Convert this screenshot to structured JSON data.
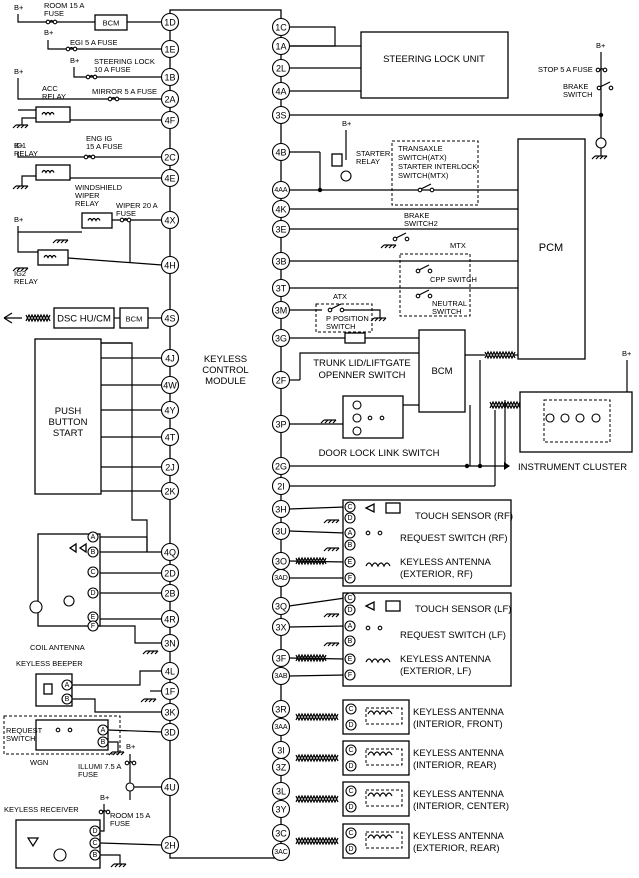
{
  "module": {
    "label_lines": [
      "KEYLESS",
      "CONTROL",
      "MODULE"
    ]
  },
  "left_pins": [
    "1D",
    "1E",
    "1B",
    "2A",
    "4F",
    "2C",
    "4E",
    "4X",
    "4H",
    "4S",
    "4J",
    "4W",
    "4Y",
    "4T",
    "2J",
    "2K",
    "4Q",
    "2D",
    "2B",
    "4R",
    "3N",
    "4L",
    "1F",
    "3K",
    "3D",
    "4U",
    "2H"
  ],
  "right_pins": [
    "1C",
    "1A",
    "2L",
    "4A",
    "3S",
    "4B",
    "4AA",
    "4K",
    "3E",
    "3B",
    "3T",
    "3M",
    "3G",
    "2F",
    "3P",
    "2G",
    "2I",
    "3H",
    "3U",
    "3O",
    "3AD",
    "3Q",
    "3X",
    "3F",
    "3AB",
    "3R",
    "3AA",
    "3I",
    "3Z",
    "3L",
    "3Y",
    "3C",
    "3AC"
  ],
  "labels": {
    "b_plus": "B+",
    "room_fuse": [
      "ROOM 15 A",
      "FUSE"
    ],
    "bcm": "BCM",
    "egi_fuse": "EGI 5 A FUSE",
    "steering_fuse": [
      "STEERING LOCK",
      "10 A FUSE"
    ],
    "mirror_fuse": "MIRROR 5 A FUSE",
    "acc_relay": [
      "ACC",
      "RELAY"
    ],
    "eng_ig_fuse": [
      "ENG IG",
      "15 A FUSE"
    ],
    "ig1_relay": [
      "IG1",
      "RELAY"
    ],
    "wiper_relay": [
      "WINDSHIELD",
      "WIPER",
      "RELAY"
    ],
    "wiper_fuse": [
      "WIPER 20 A",
      "FUSE"
    ],
    "ig2_relay": [
      "IG2",
      "RELAY"
    ],
    "dsc": "DSC HU/CM",
    "push_button": [
      "PUSH",
      "BUTTON",
      "START"
    ],
    "coil_antenna": "COIL ANTENNA",
    "keyless_beeper": "KEYLESS BEEPER",
    "request_switch": [
      "REQUEST",
      "SWITCH"
    ],
    "wgn": "WGN",
    "illumi_fuse": [
      "ILLUMI 7.5 A",
      "FUSE"
    ],
    "keyless_receiver": "KEYLESS RECEIVER",
    "room_fuse2": [
      "ROOM 15 A",
      "FUSE"
    ],
    "steering_lock_unit": "STEERING LOCK  UNIT",
    "stop_fuse": "STOP 5 A FUSE",
    "brake_switch": [
      "BRAKE",
      "SWITCH"
    ],
    "starter_relay": [
      "STARTER",
      "RELAY"
    ],
    "transaxle_switch": [
      "TRANSAXLE",
      "SWITCH(ATX)",
      "STARTER INTERLOCK",
      "SWITCH(MTX)"
    ],
    "brake_switch2": [
      "BRAKE",
      "SWITCH2"
    ],
    "pcm": "PCM",
    "mtx": "MTX",
    "cpp_switch": "CPP SWITCH",
    "neutral_switch": [
      "NEUTRAL",
      "SWITCH"
    ],
    "atx": "ATX",
    "p_position": [
      "P POSITION",
      "SWITCH"
    ],
    "trunk_switch": [
      "TRUNK LID/LIFTGATE",
      "OPENNER SWITCH"
    ],
    "door_lock_switch": "DOOR LOCK LINK SWITCH",
    "instrument_cluster": "INSTRUMENT CLUSTER",
    "touch_rf": "TOUCH SENSOR (RF)",
    "request_rf": "REQUEST SWITCH (RF)",
    "ant_ext_rf": [
      "KEYLESS ANTENNA",
      "(EXTERIOR, RF)"
    ],
    "touch_lf": "TOUCH SENSOR (LF)",
    "request_lf": "REQUEST SWITCH (LF)",
    "ant_ext_lf": [
      "KEYLESS ANTENNA",
      "(EXTERIOR, LF)"
    ],
    "ant_int_front": [
      "KEYLESS ANTENNA",
      "(INTERIOR, FRONT)"
    ],
    "ant_int_rear": [
      "KEYLESS ANTENNA",
      "(INTERIOR, REAR)"
    ],
    "ant_int_center": [
      "KEYLESS ANTENNA",
      "(INTERIOR, CENTER)"
    ],
    "ant_ext_rear": [
      "KEYLESS ANTENNA",
      "(EXTERIOR, REAR)"
    ]
  },
  "connector_letters": {
    "coil": [
      "A",
      "B",
      "C",
      "D",
      "E",
      "F"
    ],
    "beeper": [
      "A",
      "B"
    ],
    "request": [
      "A",
      "B"
    ],
    "receiver": [
      "D",
      "C",
      "B"
    ],
    "sensor_group": [
      "C",
      "D",
      "A",
      "B",
      "E",
      "F"
    ],
    "antenna": [
      "C",
      "D"
    ]
  }
}
